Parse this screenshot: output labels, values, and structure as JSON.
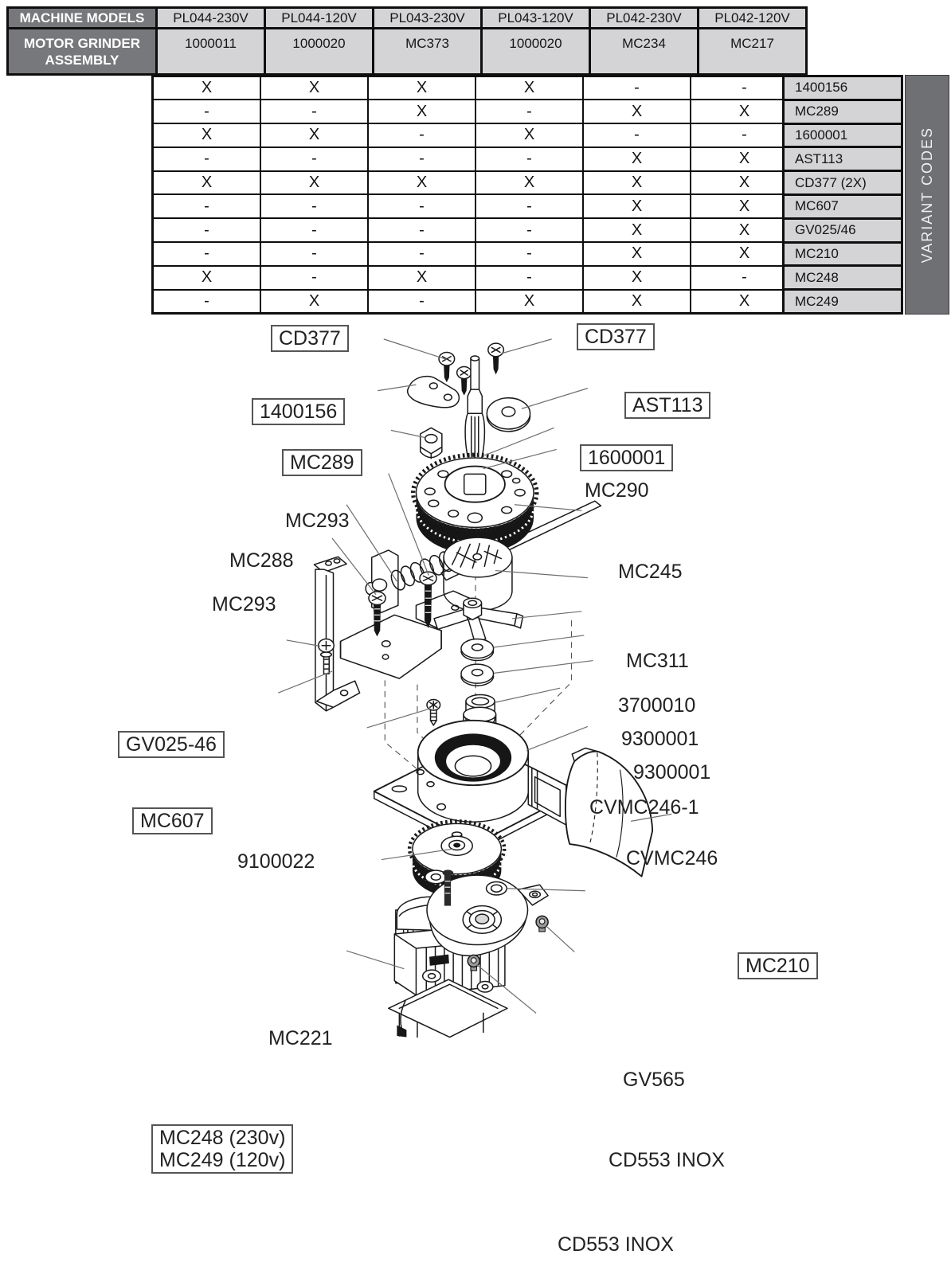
{
  "colors": {
    "header_dark": "#77787b",
    "cell_gray": "#d4d4d6",
    "bar_gray": "#6f7074",
    "border": "#0e0e0e",
    "line": "#1a1a1a"
  },
  "table": {
    "machine_models_label": "MACHINE MODELS",
    "assembly_label_line1": "MOTOR GRINDER",
    "assembly_label_line2": "ASSEMBLY",
    "models": [
      "PL044-230V",
      "PL044-120V",
      "PL043-230V",
      "PL043-120V",
      "PL042-230V",
      "PL042-120V"
    ],
    "assemblies": [
      "1000011",
      "1000020",
      "MC373",
      "1000020",
      "MC234",
      "MC217"
    ],
    "variant_codes_label": "VARIANT CODES",
    "matrix": [
      {
        "code": "1400156",
        "cells": [
          "X",
          "X",
          "X",
          "X",
          "-",
          "-"
        ]
      },
      {
        "code": "MC289",
        "cells": [
          "-",
          "-",
          "X",
          "-",
          "X",
          "X"
        ]
      },
      {
        "code": "1600001",
        "cells": [
          "X",
          "X",
          "-",
          "X",
          "-",
          "-"
        ]
      },
      {
        "code": "AST113",
        "cells": [
          "-",
          "-",
          "-",
          "-",
          "X",
          "X"
        ]
      },
      {
        "code": "CD377 (2X)",
        "cells": [
          "X",
          "X",
          "X",
          "X",
          "X",
          "X"
        ]
      },
      {
        "code": "MC607",
        "cells": [
          "-",
          "-",
          "-",
          "-",
          "X",
          "X"
        ]
      },
      {
        "code": "GV025/46",
        "cells": [
          "-",
          "-",
          "-",
          "-",
          "X",
          "X"
        ]
      },
      {
        "code": "MC210",
        "cells": [
          "-",
          "-",
          "-",
          "-",
          "X",
          "X"
        ]
      },
      {
        "code": "MC248",
        "cells": [
          "X",
          "-",
          "X",
          "-",
          "X",
          "-"
        ]
      },
      {
        "code": "MC249",
        "cells": [
          "-",
          "X",
          "-",
          "X",
          "X",
          "X"
        ]
      }
    ]
  },
  "diagram": {
    "labels": {
      "cd377_left": "CD377",
      "cd377_right": "CD377",
      "p1400156": "1400156",
      "ast113": "AST113",
      "mc289": "MC289",
      "p1600001": "1600001",
      "mc290": "MC290",
      "mc293_upper": "MC293",
      "mc288": "MC288",
      "mc293_lower": "MC293",
      "mc245": "MC245",
      "mc311": "MC311",
      "p3700010": "3700010",
      "p9300001_upper": "9300001",
      "p9300001_lower": "9300001",
      "gv025_46": "GV025-46",
      "cvmc246_1": "CVMC246-1",
      "mc607": "MC607",
      "p9100022": "9100022",
      "cvmc246": "CVMC246",
      "mc210": "MC210",
      "mc221": "MC221",
      "gv565": "GV565",
      "motor_line1": "MC248 (230v)",
      "motor_line2": "MC249 (120v)",
      "cd553_upper": "CD553 INOX",
      "cd553_lower": "CD553 INOX"
    }
  }
}
